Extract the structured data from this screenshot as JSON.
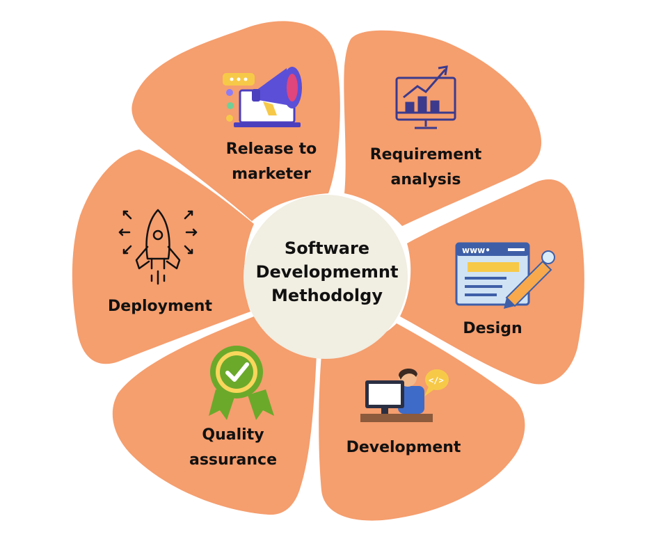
{
  "center": {
    "lines": [
      "Software",
      "Developmemnt",
      "Methodolgy"
    ]
  },
  "stages": [
    {
      "id": "release",
      "lines": [
        "Release to",
        "marketer"
      ],
      "icon": "megaphone-laptop-icon"
    },
    {
      "id": "requirement",
      "lines": [
        "Requirement",
        "analysis"
      ],
      "icon": "growth-chart-monitor-icon"
    },
    {
      "id": "design",
      "lines": [
        "Design"
      ],
      "icon": "web-design-pencil-icon"
    },
    {
      "id": "development",
      "lines": [
        "Development"
      ],
      "icon": "developer-coding-icon"
    },
    {
      "id": "quality",
      "lines": [
        "Quality",
        "assurance"
      ],
      "icon": "quality-badge-icon"
    },
    {
      "id": "deployment",
      "lines": [
        "Deployment"
      ],
      "icon": "rocket-launch-icon"
    }
  ],
  "colors": {
    "petal": "#F59E6E",
    "hub": "#F1EEE2",
    "text": "#111111"
  }
}
